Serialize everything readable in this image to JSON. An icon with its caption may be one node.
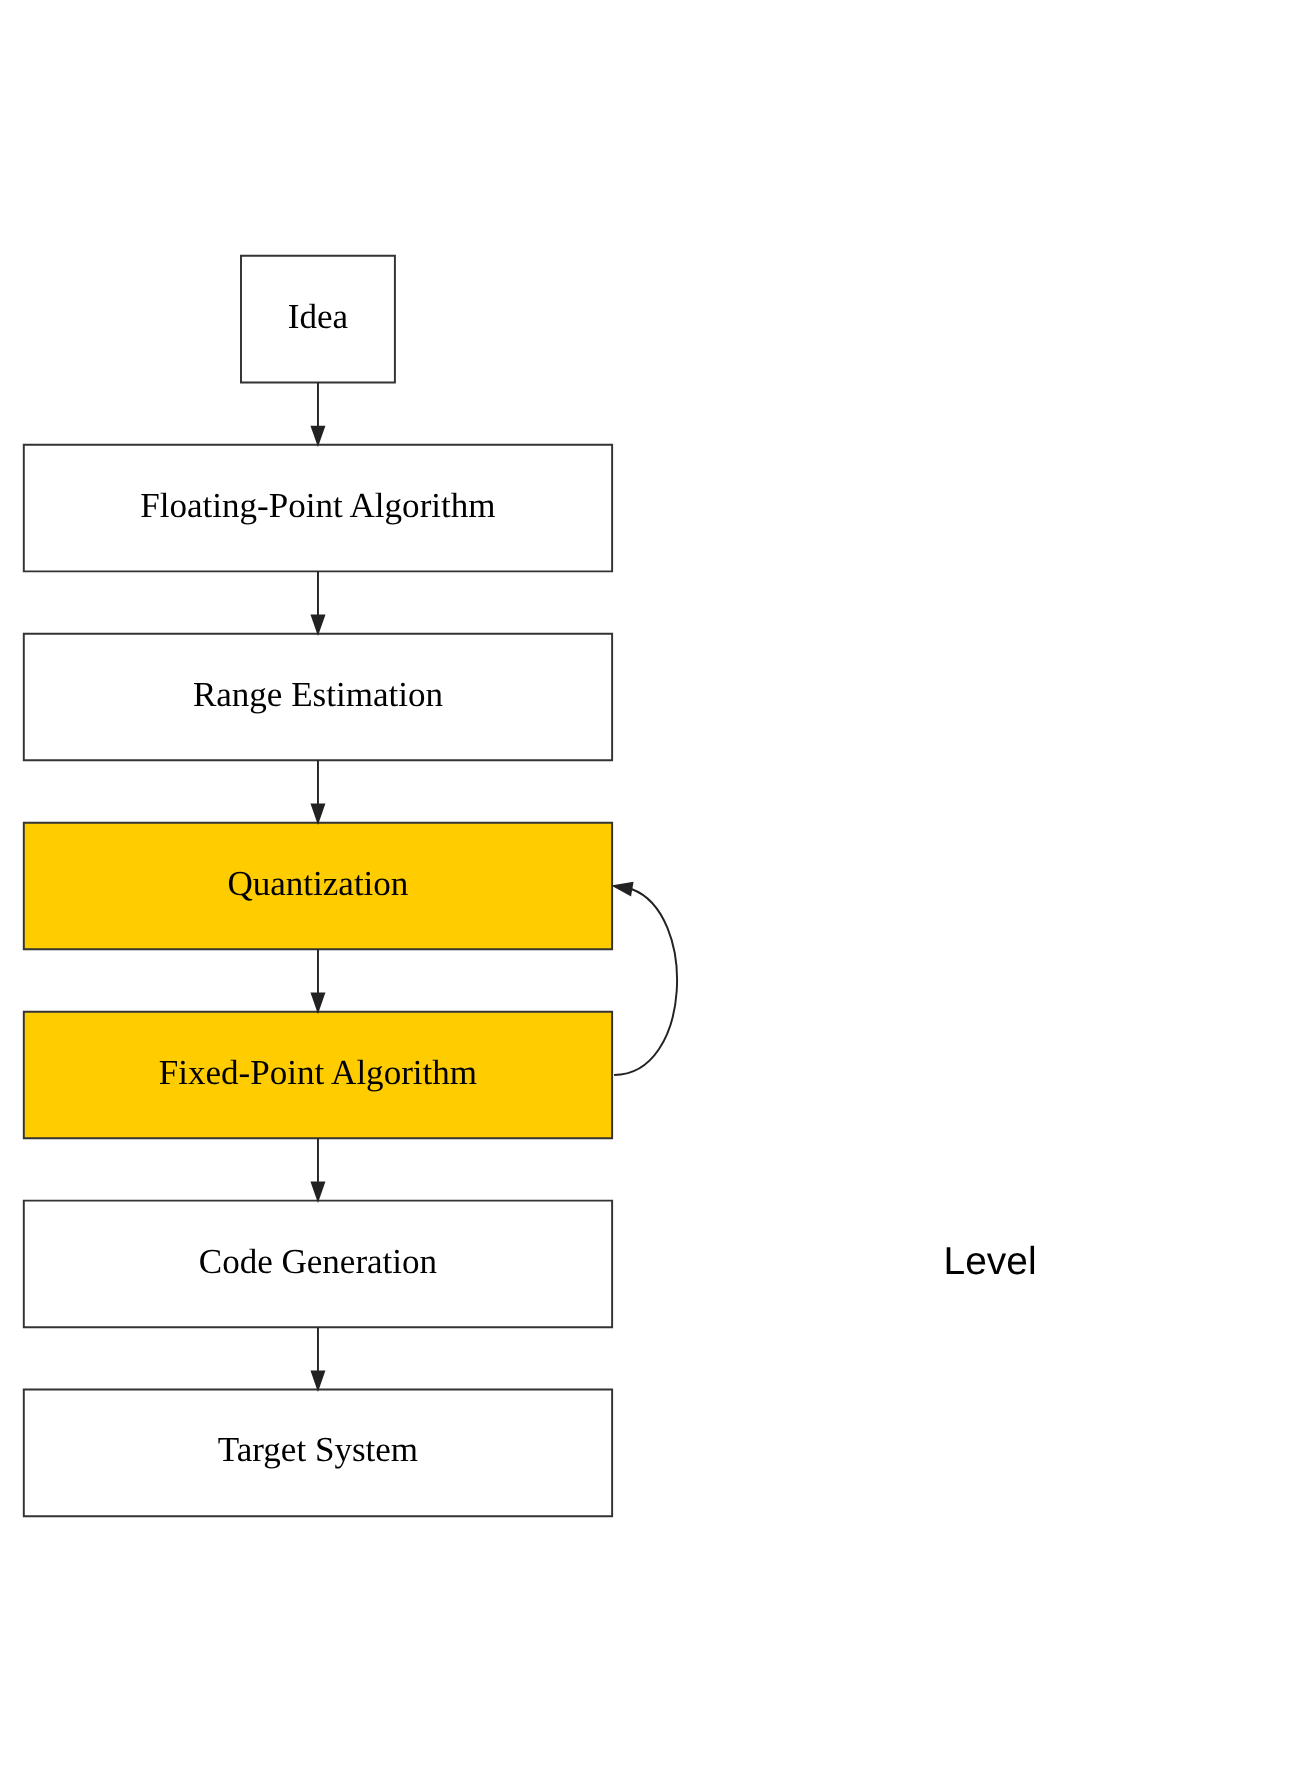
{
  "diagram": {
    "nodes": [
      {
        "text": [
          "Idea"
        ]
      },
      {
        "text": [
          "Floating-Point Algorithm"
        ]
      },
      {
        "text": [
          "Range Estimation"
        ]
      },
      {
        "text": [
          "Quantization"
        ]
      },
      {
        "text": [
          "Fixed-Point Algorithm"
        ]
      },
      {
        "text": [
          "Code Generation"
        ]
      },
      {
        "text": [
          "Target System"
        ]
      }
    ],
    "edges": [
      {
        "from": 0,
        "to": 1,
        "arrow": "to"
      },
      {
        "from": 1,
        "to": 2,
        "arrow": "to"
      },
      {
        "from": 2,
        "to": 3,
        "arrow": "to"
      },
      {
        "from": 3,
        "to": 4,
        "arrow": "to"
      },
      {
        "from": 4,
        "to": 5,
        "arrow": "to"
      },
      {
        "from": 5,
        "to": 6,
        "arrow": "to"
      },
      {
        "from": 4,
        "to": 3,
        "arrow": "to"
      }
    ],
    "labels": [
      "Level"
    ]
  }
}
